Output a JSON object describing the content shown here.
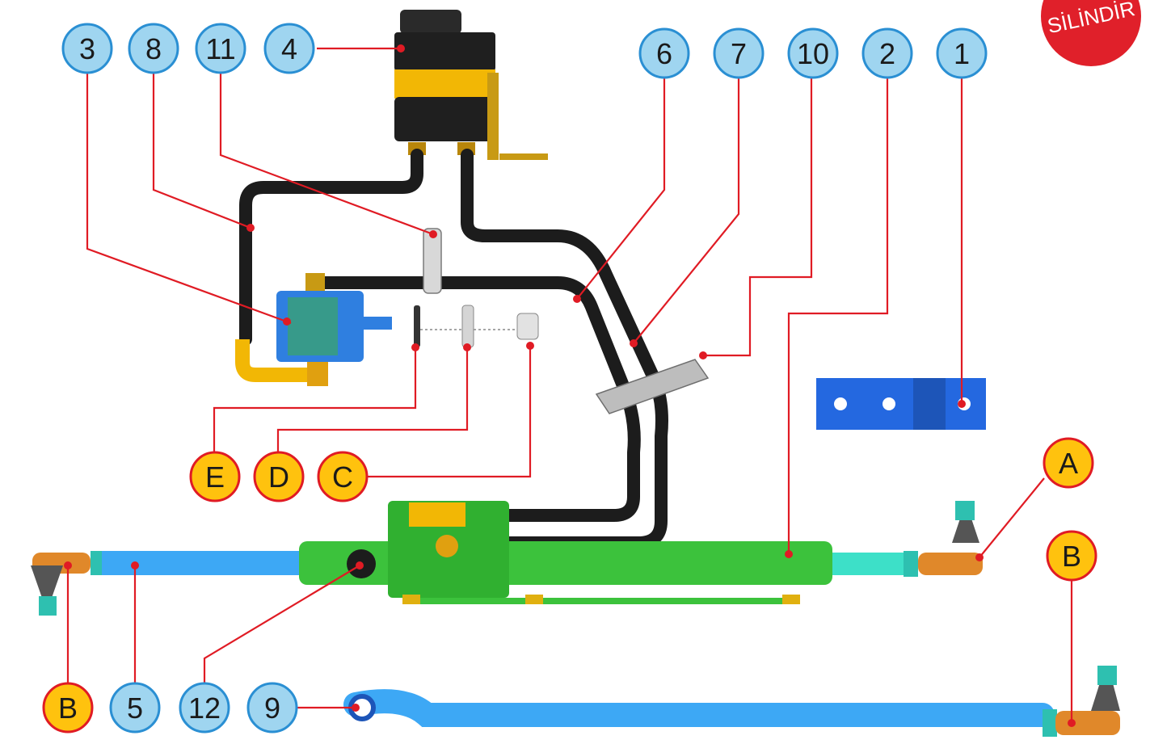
{
  "badge": {
    "text": "SİLİNDİR",
    "color": "#e0202a"
  },
  "colors": {
    "callout_blue_fill": "#9fd5f0",
    "callout_blue_stroke": "#2a8fd3",
    "callout_yellow_fill": "#ffc20e",
    "callout_yellow_stroke": "#e01b24",
    "leader": "#e01b24",
    "hose": "#1c1c1c",
    "pump": "#2f7fe0",
    "cylinder": "#3cc23c",
    "rod": "#3da8f5",
    "tie_rod_end": "#e0882a",
    "reservoir_band": "#f2b705",
    "bracket": "#2468e0"
  },
  "callouts": {
    "n3": "3",
    "n8": "8",
    "n11": "11",
    "n4": "4",
    "n6": "6",
    "n7": "7",
    "n10": "10",
    "n2": "2",
    "n1": "1",
    "nE": "E",
    "nD": "D",
    "nC": "C",
    "nA": "A",
    "nB_right": "B",
    "nB_left": "B",
    "n5": "5",
    "n12": "12",
    "n9": "9"
  }
}
